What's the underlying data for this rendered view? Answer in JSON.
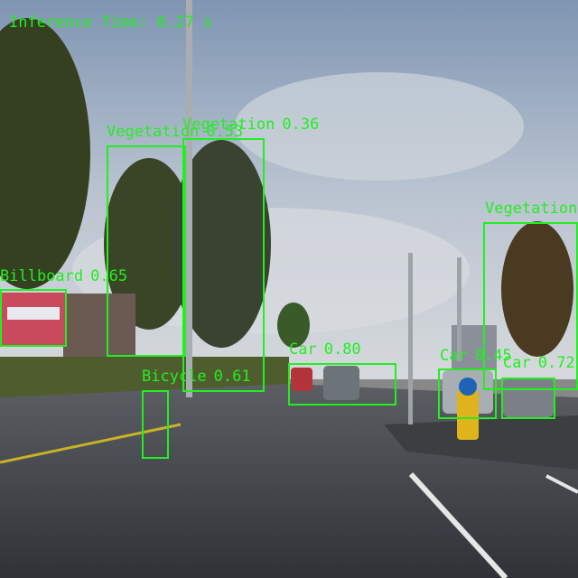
{
  "inference": {
    "label": "Inference Time:",
    "value": "0.27 s"
  },
  "box_color": "#22ee22",
  "detections": [
    {
      "name": "vegetation-box-1",
      "label": "Vegetation",
      "score": "0.53"
    },
    {
      "name": "vegetation-box-2",
      "label": "Vegetation",
      "score": "0.36"
    },
    {
      "name": "vegetation-box-3",
      "label": "Vegetation",
      "score": ""
    },
    {
      "name": "billboard-box",
      "label": "Billboard",
      "score": "0.65"
    },
    {
      "name": "bicycle-box",
      "label": "Bicycle",
      "score": "0.61"
    },
    {
      "name": "car-box-1",
      "label": "Car",
      "score": "0.80"
    },
    {
      "name": "car-box-2",
      "label": "Car",
      "score": "0.45"
    },
    {
      "name": "car-box-3",
      "label": "Car",
      "score": "0.72"
    }
  ]
}
